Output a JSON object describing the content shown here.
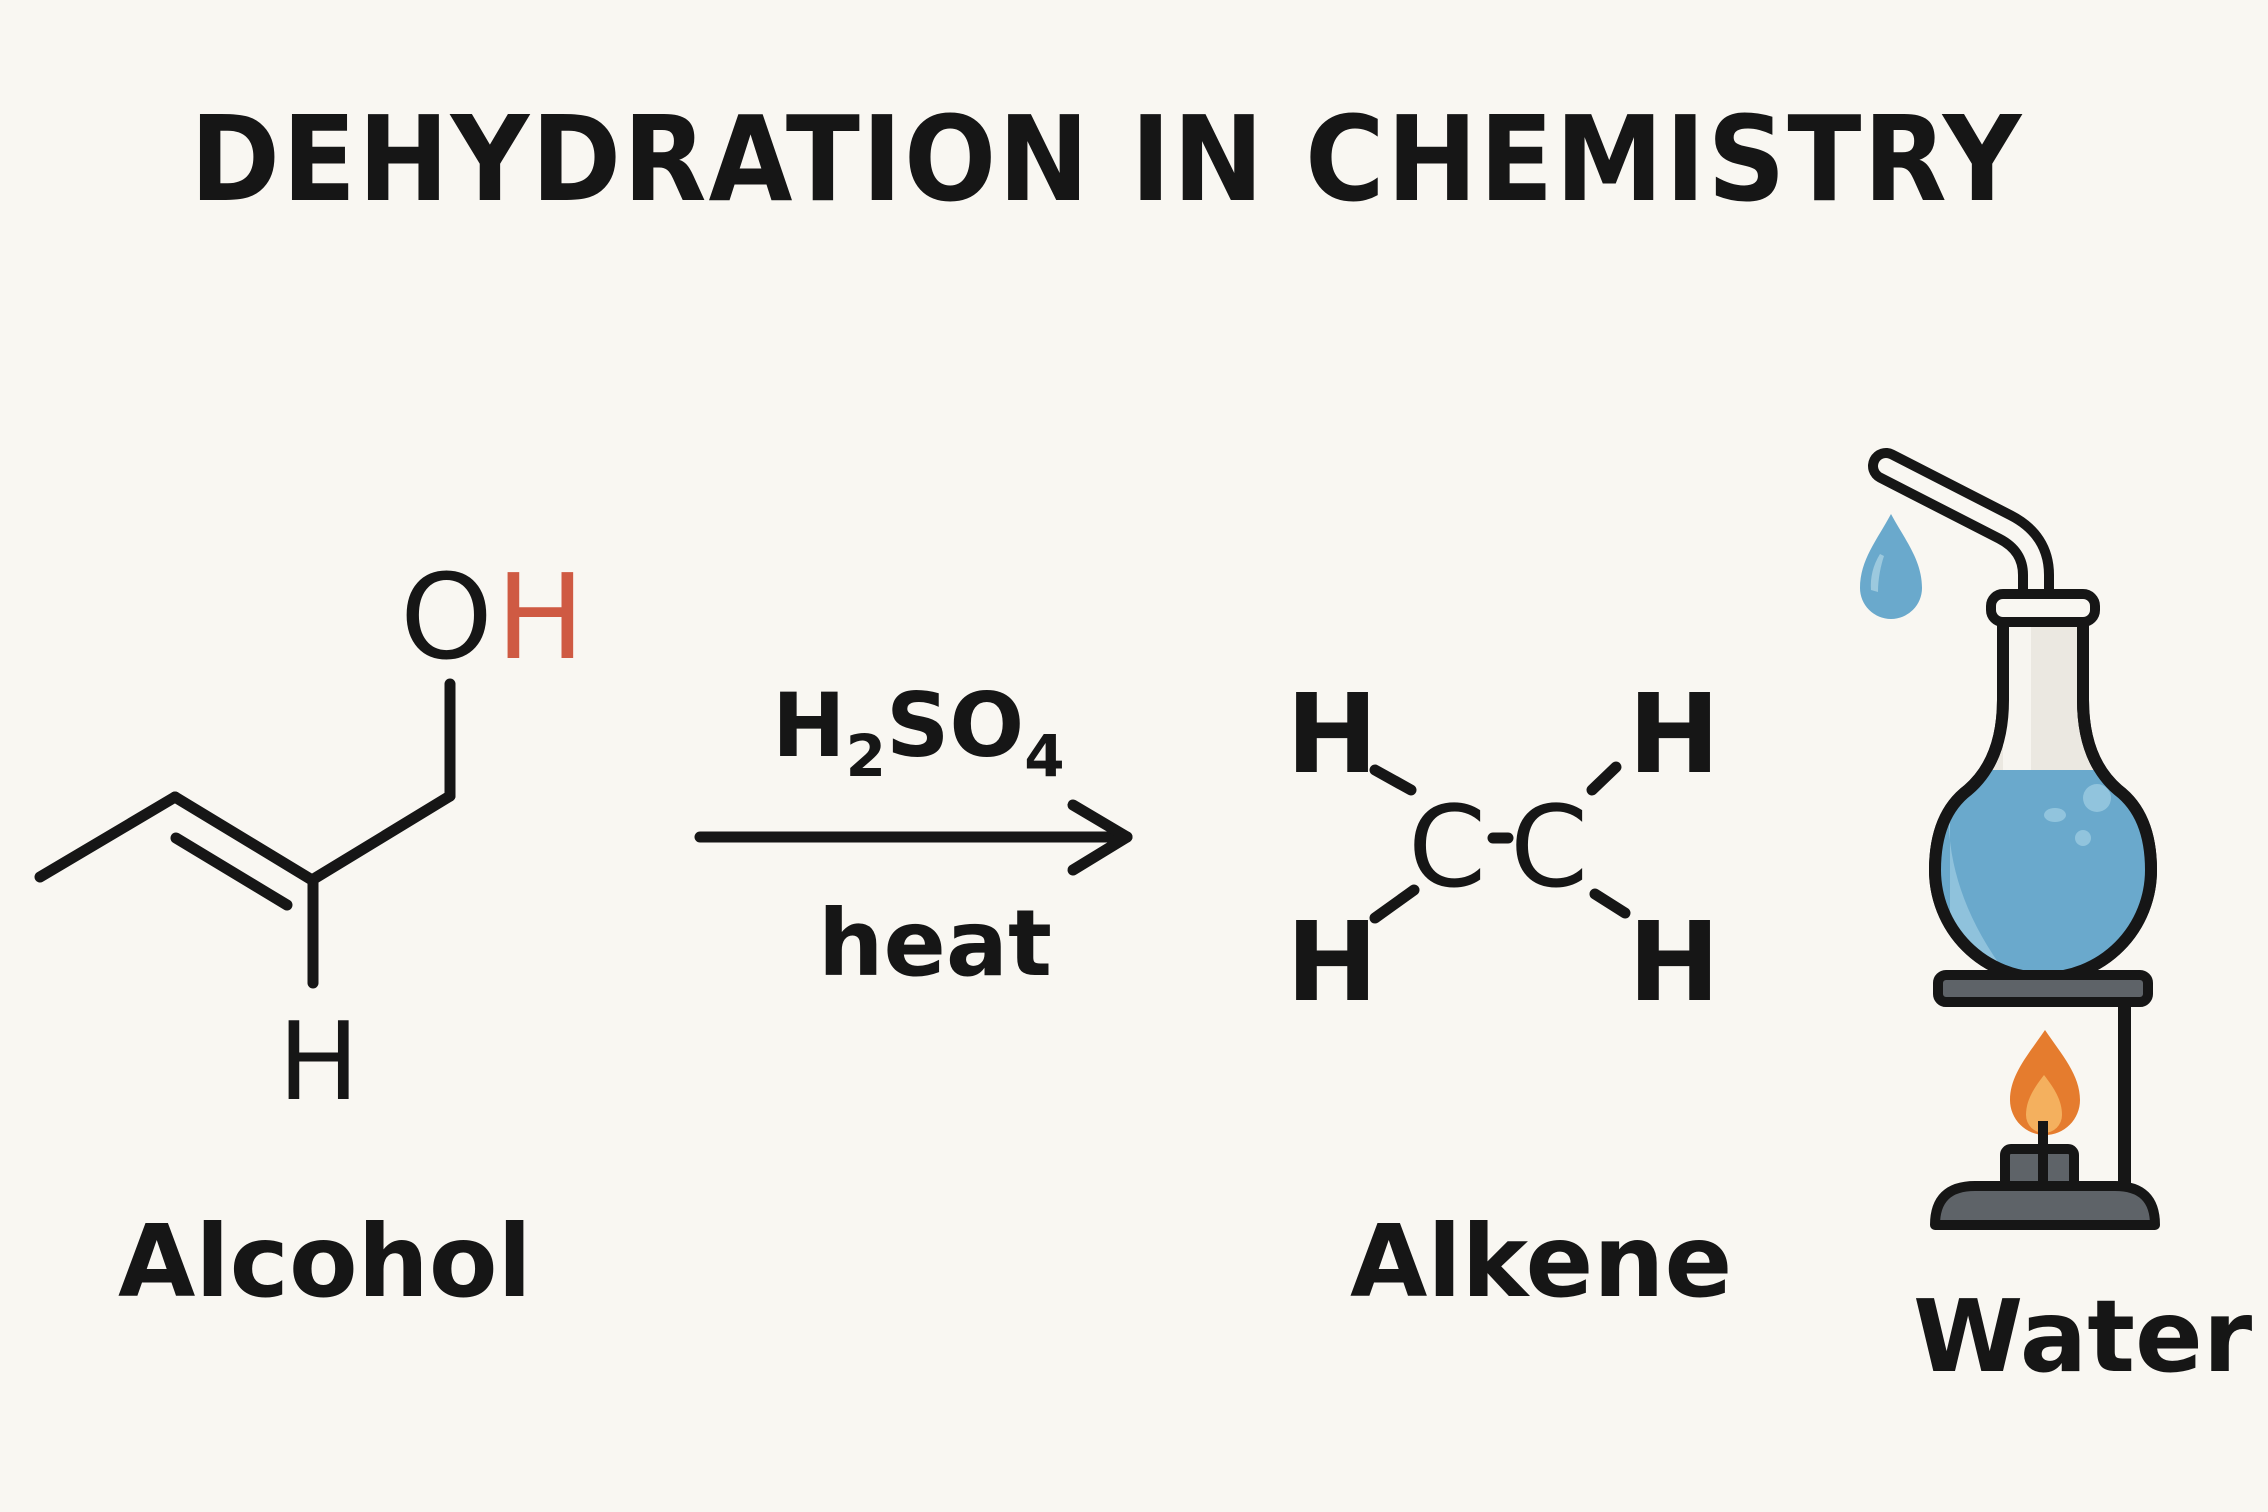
{
  "title": "DEHYDRATION IN CHEMISTRY",
  "reactant": {
    "label": "Alcohol",
    "atoms": {
      "oxygen": "O",
      "hydroxyl_h": "H",
      "bottom_h": "H"
    },
    "colors": {
      "hydroxyl_h": "#cf5a43",
      "bonds": "#161616"
    }
  },
  "reaction_arrow": {
    "above": {
      "base1": "H",
      "sub1": "2",
      "base2": "SO",
      "sub2": "4"
    },
    "below": "heat"
  },
  "product_alkene": {
    "label": "Alkene",
    "atoms": {
      "c1": "C",
      "c2": "C",
      "bond": "-",
      "h_top_left": "H",
      "h_top_right": "H",
      "h_bottom_left": "H",
      "h_bottom_right": "H"
    }
  },
  "product_water": {
    "label": "Water",
    "icons": [
      "water-drop-icon",
      "round-bottom-flask-icon",
      "bunsen-burner-icon"
    ],
    "colors": {
      "liquid": "#6aa9cc",
      "drop": "#6aa9cc",
      "flame_outer": "#e57c2e",
      "flame_inner": "#f4b05e",
      "metal": "#5e6368",
      "glass": "#ebe8e1"
    }
  }
}
